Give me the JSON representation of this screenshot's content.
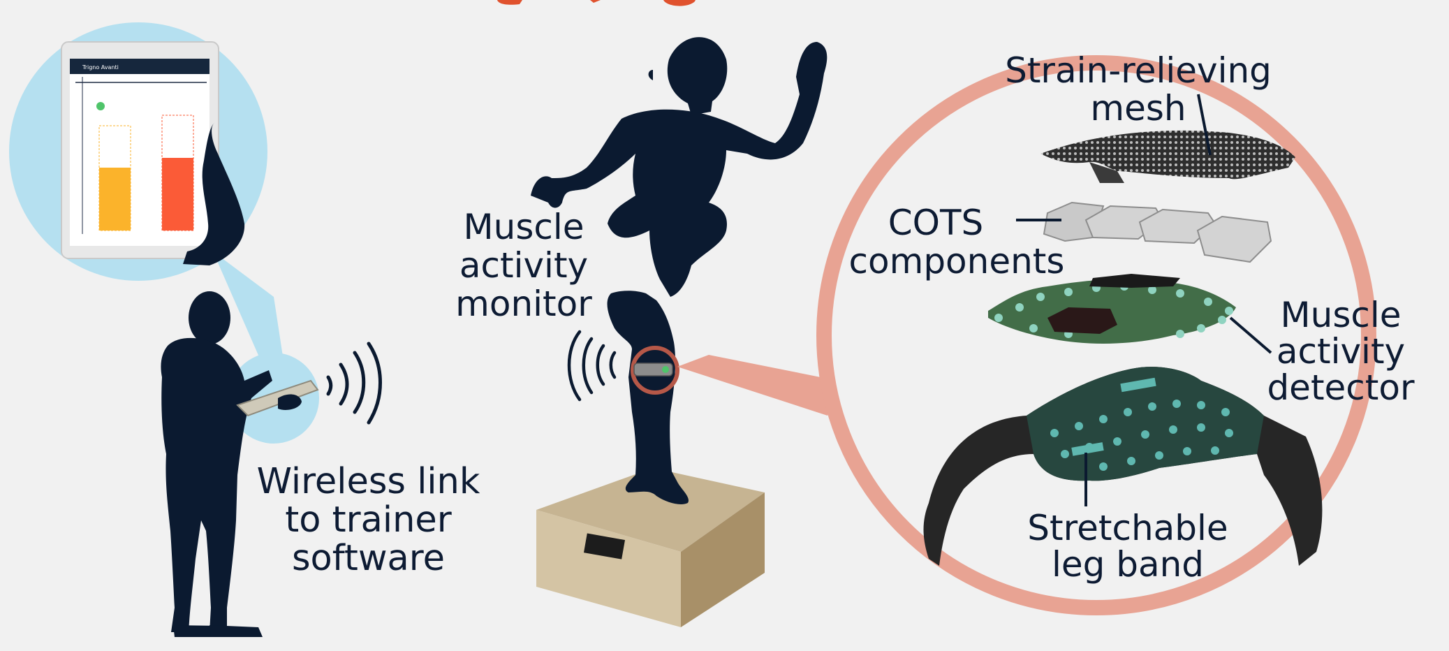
{
  "labels": {
    "muscle_monitor": [
      "Muscle",
      "activity",
      "monitor"
    ],
    "wireless_link": [
      "Wireless link",
      "to trainer",
      "software"
    ],
    "strain_mesh": [
      "Strain-relieving",
      "mesh"
    ],
    "cots": [
      "COTS",
      "components"
    ],
    "muscle_detector": [
      "Muscle",
      "activity",
      "detector"
    ],
    "leg_band": [
      "Stretchable",
      "leg band"
    ]
  },
  "tablet_screen": {
    "app_title": "Trigno Avanti",
    "bars": [
      {
        "color": "#fbb32b",
        "level": 0.45
      },
      {
        "color": "#fb5b37",
        "level": 0.52
      }
    ]
  },
  "colors": {
    "silhouette": "#0b1a30",
    "callout_circle": "#e8a393",
    "callout_pink": "#e8a393",
    "tablet_bubble": "#b5e0f0",
    "box": "#c6b492",
    "title_orange": "#e0522e"
  }
}
